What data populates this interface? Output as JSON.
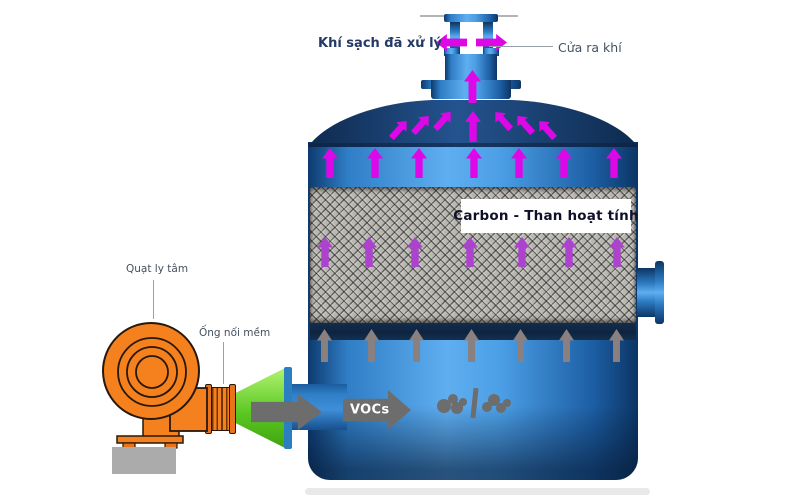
{
  "labels": {
    "clean_air": "Khí sạch đã xử lý",
    "air_outlet": "Cửa ra khí",
    "carbon_layer": "Carbon - Than hoạt tính",
    "centrifugal_fan": "Quạt ly tâm",
    "flexible_connector": "Ống nối mềm",
    "vocs": "VOCs"
  },
  "colors": {
    "magenta_arrow": "#DE07E8",
    "purple_arrow": "#AC42CE",
    "soft_gray_arrow": "#8A807F",
    "flow_gray_arrow": "#6D6D6D",
    "tank_light": "#5FAEF0",
    "tank_dark": "#0D3A6E",
    "dome_navy": "#132F56",
    "band_navy": "#0E2440",
    "fan_orange": "#F5801E",
    "cone_green": "#59C621",
    "base_gray": "#ABABAB",
    "label_navy": "#233A66",
    "label_gray": "#44515F",
    "carbon_gray": "#B8B6B0"
  }
}
